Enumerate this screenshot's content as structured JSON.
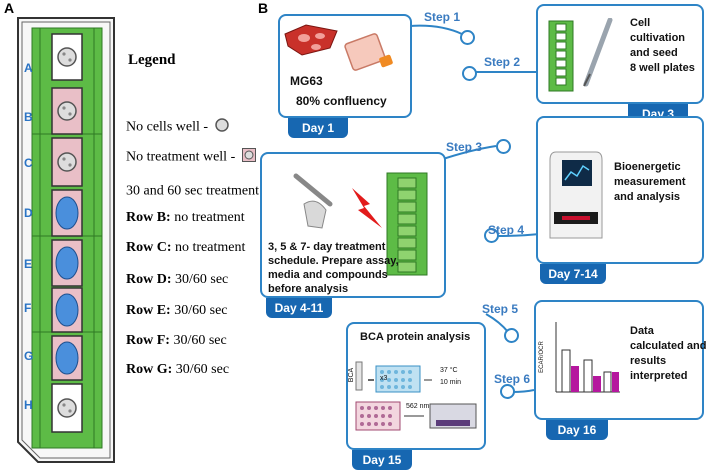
{
  "panel_a": {
    "letter": "A",
    "rows": [
      "A",
      "B",
      "C",
      "D",
      "E",
      "F",
      "G",
      "H"
    ],
    "legend": {
      "title": "Legend",
      "no_cells": "No cells well -",
      "no_treatment": "No treatment well -",
      "treatment": "30 and 60 sec treatment -",
      "row_b_label": "Row B:",
      "row_b_value": "no treatment",
      "row_c_label": "Row C:",
      "row_c_value": "no treatment",
      "row_d_label": "Row D:",
      "row_d_value": "30/60 sec",
      "row_e_label": "Row E:",
      "row_e_value": "30/60 sec",
      "row_f_label": "Row F:",
      "row_f_value": "30/60 sec",
      "row_g_label": "Row G:",
      "row_g_value": "30/60 sec"
    }
  },
  "panel_b": {
    "letter": "B",
    "steps": [
      "Step 1",
      "Step 2",
      "Step 3",
      "Step 4",
      "Step 5",
      "Step 6"
    ],
    "day1": {
      "cell": "MG63",
      "confluency": "80% confluency",
      "label": "Day 1"
    },
    "day3": {
      "text1": "Cell",
      "text2": "cultivation",
      "text3": "and seed",
      "text4": "8 well plates",
      "label": "Day 3"
    },
    "day4": {
      "text1": "3, 5 & 7- day treatment",
      "text2": "schedule.  Prepare assay,",
      "text3": "media and compounds",
      "text4": "before analysis",
      "label": "Day 4-11"
    },
    "day7": {
      "text1": "Bioenergetic",
      "text2": "measurement",
      "text3": "and analysis",
      "label": "Day 7-14"
    },
    "day15": {
      "title": "BCA protein analysis",
      "bca": "BCA",
      "x3": "x3",
      "temp": "37 °C",
      "time": "10 min",
      "nm": "562 nm",
      "label": "Day 15"
    },
    "day16": {
      "text1": "Data",
      "text2": "calculated and",
      "text3": "results",
      "text4": "interpreted",
      "ylabel": "ECAR/OCR",
      "label": "Day 16"
    }
  },
  "colors": {
    "accent": "#1767b1",
    "ring": "#2e84c6",
    "plate_green": "#5dbb46",
    "well_pink": "#e9bfc7",
    "treat_blue": "#4a8fdc"
  }
}
